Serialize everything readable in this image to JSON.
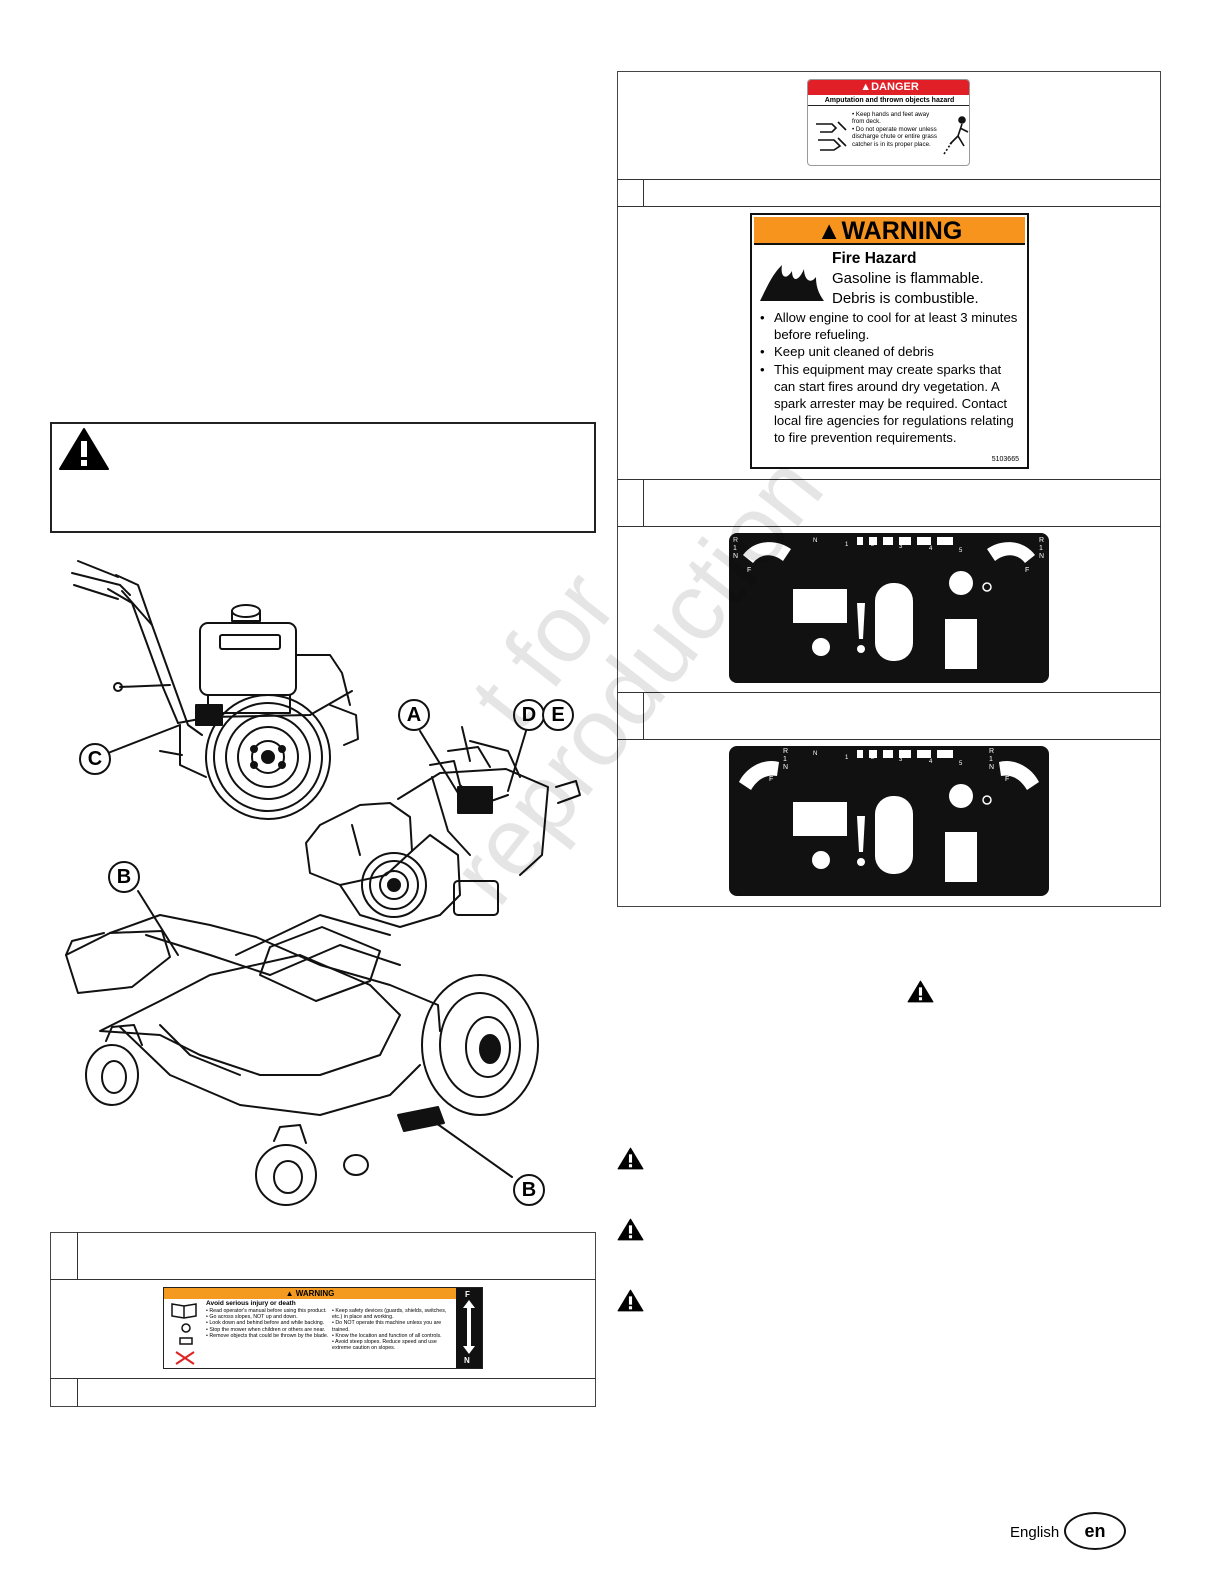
{
  "footer": {
    "language": "English",
    "language_code": "en"
  },
  "callouts": {
    "a": "A",
    "b": "B",
    "c": "C",
    "d": "D",
    "e": "E"
  },
  "danger_decal": {
    "header": "DANGER",
    "subtitle": "Amputation and thrown objects hazard",
    "bullets": [
      "• Keep hands and feet away from deck.",
      "• Do not operate mower unless discharge chute or entire grass catcher is in its proper place."
    ]
  },
  "fire_decal": {
    "header": "WARNING",
    "title": "Fire Hazard",
    "line1": "Gasoline is flammable.",
    "line2": "Debris is combustible.",
    "bullets": [
      "Allow engine to cool for at least 3 minutes before refueling.",
      "Keep unit cleaned of debris",
      "This equipment may create sparks that can start fires around dry vegetation. A spark arrester may be required. Contact local fire agencies for regulations relating to fire prevention requirements."
    ],
    "part_number": "5103665"
  },
  "control_decal": {
    "left_gear": [
      "R",
      "1",
      "N",
      "F"
    ],
    "speeds": [
      "N",
      "1",
      "2",
      "3",
      "4",
      "5"
    ],
    "right_gear": [
      "R",
      "1",
      "N",
      "F"
    ]
  },
  "small_warning_decal": {
    "header": "WARNING",
    "title": "Avoid serious injury or death",
    "left_bullets": [
      "• Read operator's manual before using this product.",
      "• Go across slopes, NOT up and down.",
      "• Look down and behind before and while backing.",
      "• Stop the mower when children or others are near.",
      "• Remove objects that could be thrown by the blade."
    ],
    "right_bullets": [
      "• Keep safety devices (guards, shields, switches, etc.) in place and working.",
      "• Do NOT operate this machine unless you are trained.",
      "• Know the location and function of all controls.",
      "• Avoid steep slopes. Reduce speed and use extreme caution on slopes."
    ],
    "side_letters": [
      "F",
      "N"
    ]
  },
  "watermark": {
    "line1": "t for",
    "line2": "reproduction"
  }
}
